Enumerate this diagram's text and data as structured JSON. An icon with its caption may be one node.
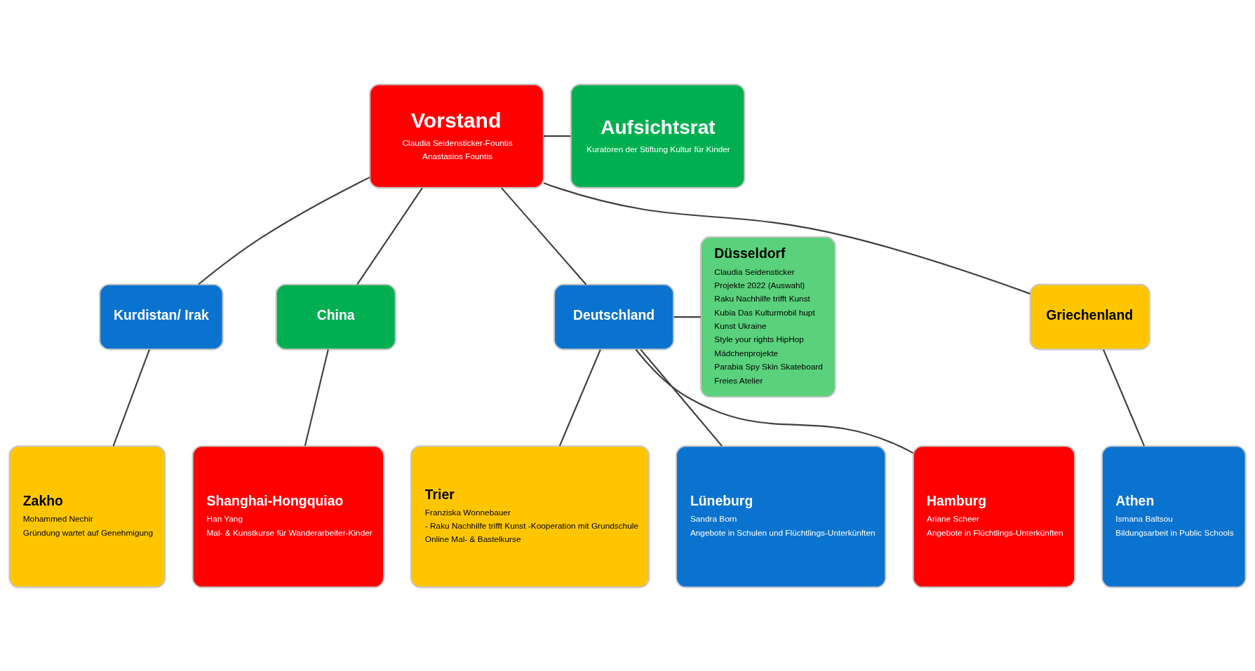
{
  "diagram": {
    "nodes": [
      {
        "text": [
          "Vorstand",
          "Claudia Seidensticker-Fountis",
          "Anastasios Fountis"
        ]
      },
      {
        "text": [
          "Aufsichtsrat",
          "Kuratoren der Stiftung Kultur für Kinder"
        ]
      },
      {
        "text": [
          "Düsseldorf",
          "Claudia Seidensticker",
          "Projekte 2022 (Auswahl)",
          "Raku Nachhilfe trifft Kunst",
          "Kubia Das Kulturmobil hupt",
          "Kunst Ukraine",
          "Style your rights HipHop",
          "Mädchenprojekte",
          "Parabia Spy Skin Skateboard",
          "Freies Atelier"
        ]
      },
      {
        "text": [
          "Deutschland"
        ]
      },
      {
        "text": [
          "Griechenland"
        ]
      },
      {
        "text": [
          "Kurdistan/ Irak"
        ]
      },
      {
        "text": [
          "China"
        ]
      },
      {
        "text": [
          "Trier",
          "Franziska Wonnebauer",
          "- Raku Nachhilfe trifft Kunst -Kooperation mit Grundschule",
          "Online Mal- & Bastelkurse"
        ]
      },
      {
        "text": [
          "Lüneburg",
          "Sandra Born",
          "Angebote in Schulen und Flüchtlings-Unterkünften"
        ]
      },
      {
        "text": [
          "Hamburg",
          "Ariane Scheer",
          "Angebote in Flüchtlings-Unterkünften"
        ]
      },
      {
        "text": [
          "Athen",
          "Ismana Baltsou",
          "Bildungsarbeit in Public Schools"
        ]
      },
      {
        "text": [
          "Zakho",
          "Mohammed Nechir",
          "Gründung wartet auf Genehmigung"
        ]
      },
      {
        "text": [
          "Shanghai-Hongquiao",
          "Han Yang",
          "Mal- & Kunstkurse für Wanderarbeiter-Kinder"
        ]
      }
    ],
    "edges": [
      {
        "from": 0,
        "to": 1,
        "arrow": "none"
      },
      {
        "from": 0,
        "to": 3,
        "arrow": "none"
      },
      {
        "from": 0,
        "to": 4,
        "arrow": "none"
      },
      {
        "from": 0,
        "to": 5,
        "arrow": "none"
      },
      {
        "from": 0,
        "to": 6,
        "arrow": "none"
      },
      {
        "from": 3,
        "to": 2,
        "arrow": "none"
      },
      {
        "from": 3,
        "to": 7,
        "arrow": "none"
      },
      {
        "from": 3,
        "to": 8,
        "arrow": "none"
      },
      {
        "from": 3,
        "to": 9,
        "arrow": "none"
      },
      {
        "from": 4,
        "to": 10,
        "arrow": "none"
      },
      {
        "from": 5,
        "to": 11,
        "arrow": "none"
      },
      {
        "from": 6,
        "to": 12,
        "arrow": "none"
      }
    ]
  }
}
